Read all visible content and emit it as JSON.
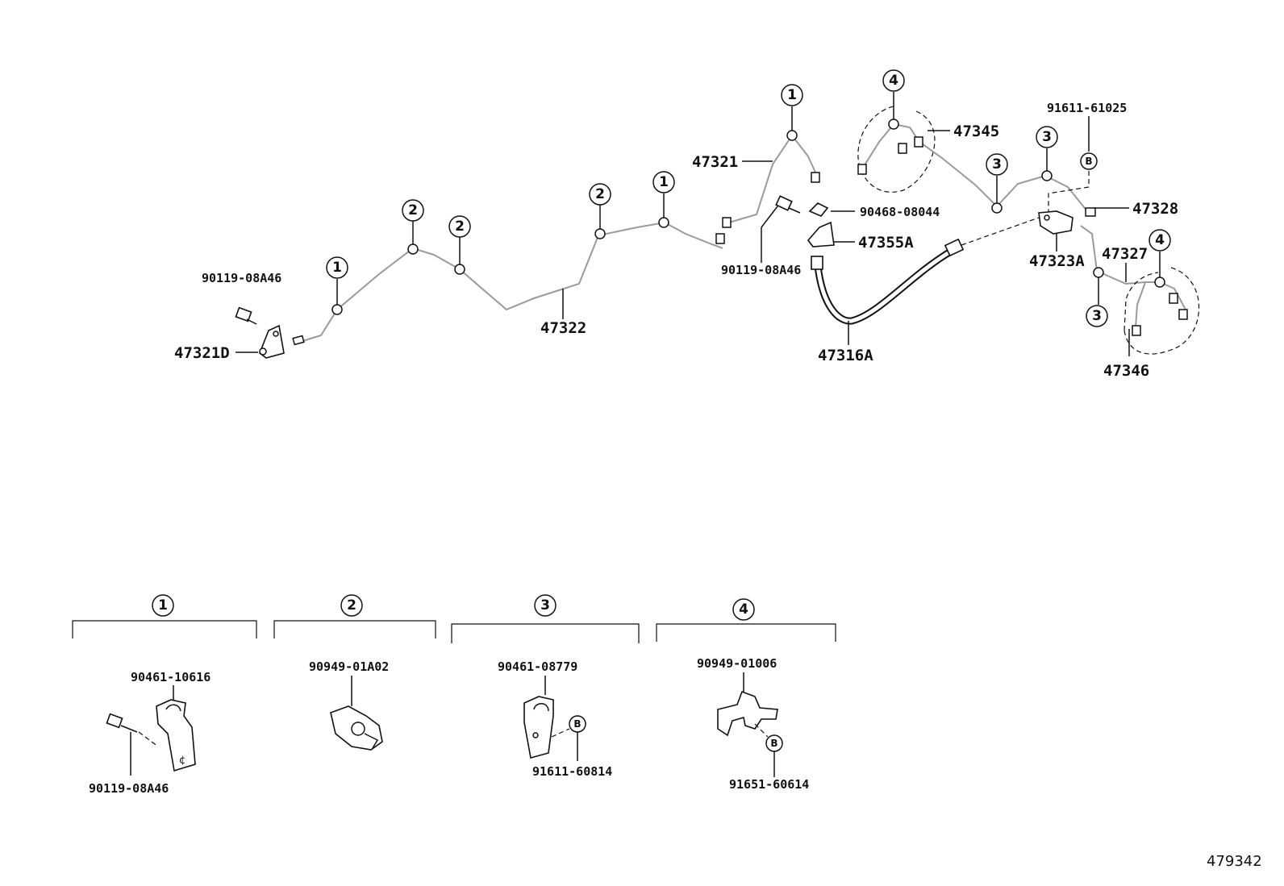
{
  "figure_id": "479342",
  "labels": {
    "p47321": "47321",
    "p47322": "47322",
    "p47321D": "47321D",
    "p47316A": "47316A",
    "p47355A": "47355A",
    "p47345": "47345",
    "p47346": "47346",
    "p47327": "47327",
    "p47328": "47328",
    "p47323A": "47323A",
    "p90119_a": "90119-08A46",
    "p90119_b": "90119-08A46",
    "p90468": "90468-08044",
    "p91611_61025": "91611-61025"
  },
  "callouts": {
    "one": "1",
    "two": "2",
    "three": "3",
    "four": "4",
    "bolt": "B"
  },
  "detail_groups": [
    {
      "num": "1",
      "part_top": "90461-10616",
      "part_bottom": "90119-08A46"
    },
    {
      "num": "2",
      "part_top": "90949-01A02"
    },
    {
      "num": "3",
      "part_top": "90461-08779",
      "part_bottom": "91611-60814"
    },
    {
      "num": "4",
      "part_top": "90949-01006",
      "part_bottom": "91651-60614"
    }
  ]
}
